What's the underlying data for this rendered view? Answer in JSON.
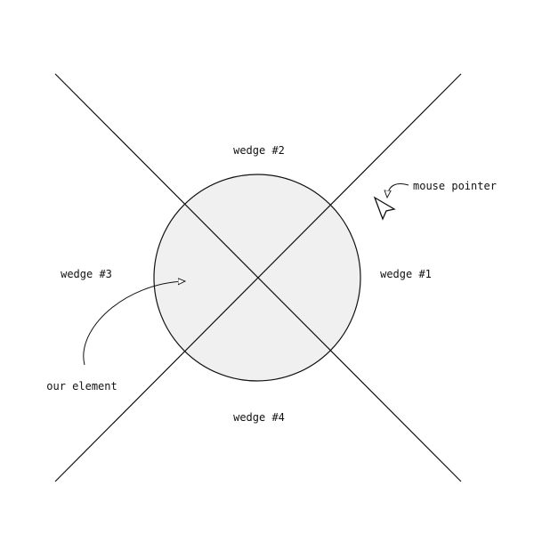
{
  "labels": {
    "wedge_1": "wedge #1",
    "wedge_2": "wedge #2",
    "wedge_3": "wedge #3",
    "wedge_4": "wedge #4",
    "mouse_pointer": "mouse pointer",
    "our_element": "our element"
  },
  "colors": {
    "stroke": "#111111",
    "circle_fill": "#eff0ef",
    "background": "#ffffff"
  },
  "icons": {
    "pointer": "mouse-cursor-icon"
  }
}
